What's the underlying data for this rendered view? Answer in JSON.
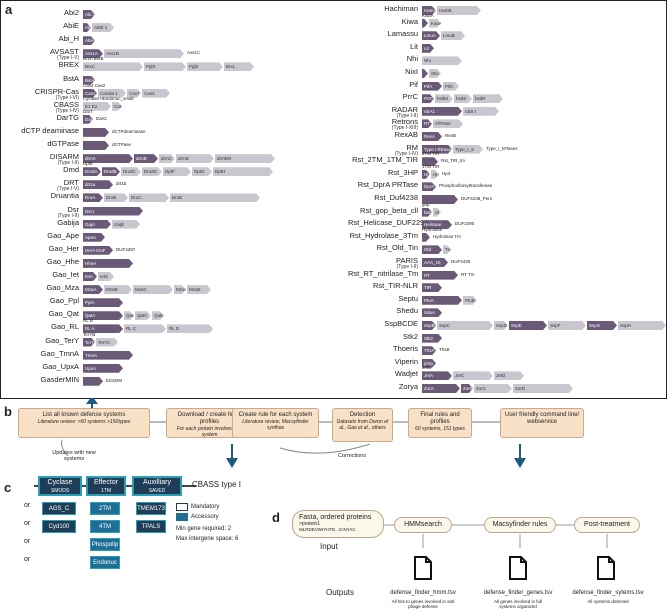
{
  "labels": {
    "a": "a",
    "b": "b",
    "c": "c",
    "d": "d"
  },
  "left_systems": [
    {
      "name": "Abi2",
      "genes": [
        {
          "t": "Abi 2",
          "w": 12,
          "c": "d"
        }
      ]
    },
    {
      "name": "AbiE",
      "name_sub": "",
      "genes": [
        {
          "t": "AbiE",
          "w": 8,
          "c": "d"
        },
        {
          "t": "AbiE 1",
          "w": 22,
          "c": "l"
        }
      ]
    },
    {
      "name": "Abi_H",
      "genes": [
        {
          "t": "AbiH",
          "w": 12,
          "c": "d"
        }
      ]
    },
    {
      "name": "AVSAST",
      "name_sub": "(Type I-V)",
      "genes": [
        {
          "t": "Avs1A",
          "w": 20,
          "c": "d"
        },
        {
          "t": "Avs1B",
          "w": 80,
          "c": "l"
        }
      ],
      "after": "Avs1C"
    },
    {
      "name": "BREX",
      "genes": [
        {
          "t": "BrxC",
          "w": 60,
          "c": "l"
        },
        {
          "t": "PglX",
          "w": 42,
          "c": "l"
        },
        {
          "t": "PglZ",
          "w": 36,
          "c": "l"
        },
        {
          "t": "BrxL",
          "w": 30,
          "c": "l"
        }
      ],
      "above": "BrxA BrxB"
    },
    {
      "name": "BstA",
      "genes": [
        {
          "t": "BstA",
          "w": 12,
          "c": "d"
        }
      ]
    },
    {
      "name": "CRISPR-Cas",
      "name_sub": "(Type I-VI)",
      "genes": [
        {
          "t": "Cas1",
          "w": 14,
          "c": "d"
        },
        {
          "t": "Casdia 1",
          "w": 28,
          "c": "l"
        },
        {
          "t": "Cas7",
          "w": 14,
          "c": "l"
        },
        {
          "t": "Cas3",
          "w": 28,
          "c": "l"
        }
      ],
      "above": "Cas4 Cas2"
    },
    {
      "name": "CBASS",
      "name_sub": "(Type I-IV)",
      "genes": [
        {
          "t": "E1 E2",
          "w": 28,
          "c": "l"
        },
        {
          "t": "Cap",
          "w": 10,
          "c": "l"
        }
      ],
      "above": "Cyclase IIEndonuc_small"
    },
    {
      "name": "DarTG",
      "genes": [
        {
          "t": "DarG",
          "w": 10,
          "c": "d"
        }
      ],
      "above": "DarT",
      "after": "DarG"
    },
    {
      "name": "dCTP deaminase",
      "genes": [
        {
          "t": "",
          "w": 26,
          "c": "d"
        }
      ],
      "after": "dCTPdeaminase"
    },
    {
      "name": "dGTPase",
      "genes": [
        {
          "t": "",
          "w": 26,
          "c": "d"
        }
      ],
      "after": "dGTPase"
    },
    {
      "name": "DISARM",
      "name_sub": "(Type I-II)",
      "genes": [
        {
          "t": "drmA",
          "w": 50,
          "c": "d"
        },
        {
          "t": "drmB",
          "w": 24,
          "c": "d"
        },
        {
          "t": "drmC",
          "w": 16,
          "c": "l"
        },
        {
          "t": "drmD",
          "w": 38,
          "c": "l"
        },
        {
          "t": "drmMII",
          "w": 60,
          "c": "l"
        }
      ]
    },
    {
      "name": "Dmd",
      "genes": [
        {
          "t": "DmdA",
          "w": 18,
          "c": "d"
        },
        {
          "t": "DmdB",
          "w": 18,
          "c": "d"
        },
        {
          "t": "DmdC",
          "w": 20,
          "c": "l"
        },
        {
          "t": "DmdD",
          "w": 20,
          "c": "l"
        },
        {
          "t": "DptF",
          "w": 28,
          "c": "l"
        },
        {
          "t": "DptG",
          "w": 20,
          "c": "l"
        },
        {
          "t": "DptH",
          "w": 60,
          "c": "l"
        }
      ],
      "above": "DptE"
    },
    {
      "name": "DRT",
      "name_sub": "(Type I-V)",
      "genes": [
        {
          "t": "drt1a",
          "w": 30,
          "c": "d"
        }
      ],
      "after": "drt1b"
    },
    {
      "name": "Druantia",
      "genes": [
        {
          "t": "DruA",
          "w": 20,
          "c": "d"
        },
        {
          "t": "DruB",
          "w": 24,
          "c": "l"
        },
        {
          "t": "DruC",
          "w": 40,
          "c": "l"
        },
        {
          "t": "DruE",
          "w": 90,
          "c": "l"
        }
      ]
    },
    {
      "name": "Dsr",
      "name_sub": "(Type I-II)",
      "genes": [
        {
          "t": "Dsr1",
          "w": 60,
          "c": "d"
        }
      ]
    },
    {
      "name": "Gabija",
      "genes": [
        {
          "t": "GajA",
          "w": 28,
          "c": "d"
        },
        {
          "t": "GajB",
          "w": 28,
          "c": "l"
        }
      ]
    },
    {
      "name": "Gao_Ape",
      "genes": [
        {
          "t": "ApeA",
          "w": 22,
          "c": "d"
        }
      ]
    },
    {
      "name": "Gao_Her",
      "genes": [
        {
          "t": "HerA DUF",
          "w": 30,
          "c": "d"
        }
      ],
      "after": "DUF4297"
    },
    {
      "name": "Gao_Hhe",
      "genes": [
        {
          "t": "HheA",
          "w": 50,
          "c": "d"
        }
      ]
    },
    {
      "name": "Gao_Iet",
      "genes": [
        {
          "t": "IetA",
          "w": 14,
          "c": "d"
        },
        {
          "t": "IetS",
          "w": 16,
          "c": "l"
        }
      ]
    },
    {
      "name": "Gao_Mza",
      "genes": [
        {
          "t": "MzaA",
          "w": 20,
          "c": "d"
        },
        {
          "t": "MzaB",
          "w": 28,
          "c": "l"
        },
        {
          "t": "MzaC",
          "w": 40,
          "c": "l"
        },
        {
          "t": "MzaD",
          "w": 12,
          "c": "l"
        },
        {
          "t": "MzaE",
          "w": 24,
          "c": "l"
        }
      ]
    },
    {
      "name": "Gao_Ppl",
      "genes": [
        {
          "t": "PplA",
          "w": 40,
          "c": "d"
        }
      ]
    },
    {
      "name": "Gao_Qat",
      "genes": [
        {
          "t": "QatA",
          "w": 40,
          "c": "d"
        },
        {
          "t": "QatB",
          "w": 10,
          "c": "l"
        },
        {
          "t": "QatC",
          "w": 16,
          "c": "l"
        },
        {
          "t": "QatD",
          "w": 12,
          "c": "l"
        }
      ]
    },
    {
      "name": "Gao_RL",
      "genes": [
        {
          "t": "RL A",
          "w": 40,
          "c": "d"
        },
        {
          "t": "RL C",
          "w": 42,
          "c": "l"
        },
        {
          "t": "RL D",
          "w": 46,
          "c": "l"
        }
      ],
      "above": "RL B"
    },
    {
      "name": "Gao_TerY",
      "genes": [
        {
          "t": "TerYA",
          "w": 12,
          "c": "d"
        },
        {
          "t": "TerYC",
          "w": 22,
          "c": "l"
        }
      ],
      "above": "TerYB"
    },
    {
      "name": "Gao_TmnA",
      "genes": [
        {
          "t": "TmnA",
          "w": 50,
          "c": "d"
        }
      ]
    },
    {
      "name": "Gao_UpxA",
      "genes": [
        {
          "t": "UpxA",
          "w": 40,
          "c": "d"
        }
      ]
    },
    {
      "name": "GasderMIN",
      "genes": [
        {
          "t": "",
          "w": 20,
          "c": "d"
        }
      ],
      "after": "bGSDM"
    }
  ],
  "right_systems": [
    {
      "name": "Hachiman",
      "genes": [
        {
          "t": "HamA",
          "w": 14,
          "c": "d"
        },
        {
          "t": "HamB",
          "w": 44,
          "c": "l"
        }
      ]
    },
    {
      "name": "Kiwa",
      "genes": [
        {
          "t": "",
          "w": 6,
          "c": "d"
        },
        {
          "t": "KwaB",
          "w": 12,
          "c": "l"
        }
      ],
      "above": "KwaA"
    },
    {
      "name": "Lamassu",
      "genes": [
        {
          "t": "LmuA",
          "w": 18,
          "c": "d"
        },
        {
          "t": "LmuB",
          "w": 24,
          "c": "l"
        }
      ]
    },
    {
      "name": "Lit",
      "genes": [
        {
          "t": "Lit",
          "w": 12,
          "c": "d"
        }
      ]
    },
    {
      "name": "Nhi",
      "genes": [
        {
          "t": "Nhi",
          "w": 40,
          "c": "l"
        }
      ]
    },
    {
      "name": "NixI",
      "genes": [
        {
          "t": "",
          "w": 6,
          "c": "d"
        },
        {
          "t": "StIx",
          "w": 12,
          "c": "l"
        }
      ]
    },
    {
      "name": "Pif",
      "genes": [
        {
          "t": "PifA",
          "w": 20,
          "c": "d"
        },
        {
          "t": "PifC",
          "w": 16,
          "c": "l"
        }
      ]
    },
    {
      "name": "PrrC",
      "genes": [
        {
          "t": "PrrC",
          "w": 12,
          "c": "d"
        },
        {
          "t": "hsdM",
          "w": 18,
          "c": "l"
        },
        {
          "t": "hsdS",
          "w": 18,
          "c": "l"
        },
        {
          "t": "hsdR",
          "w": 30,
          "c": "l"
        }
      ]
    },
    {
      "name": "RADAR",
      "name_sub": "(Type I-II)",
      "genes": [
        {
          "t": "rdrA1",
          "w": 40,
          "c": "d"
        },
        {
          "t": "rdrB I",
          "w": 36,
          "c": "l"
        }
      ]
    },
    {
      "name": "Retrons",
      "name_sub": "(Type I-XIII)",
      "genes": [
        {
          "t": "RT",
          "w": 10,
          "c": "d"
        },
        {
          "t": "ATPase",
          "w": 30,
          "c": "l"
        }
      ]
    },
    {
      "name": "RexAB",
      "genes": [
        {
          "t": "RexA",
          "w": 20,
          "c": "d"
        }
      ],
      "after": "RexB"
    },
    {
      "name": "RM",
      "name_sub": "(Type I-IV)",
      "genes": [
        {
          "t": "Type I REases",
          "w": 30,
          "c": "d"
        },
        {
          "t": "Type_I_S",
          "w": 30,
          "c": "l"
        }
      ],
      "after": "Type_I_MTases"
    },
    {
      "name": "Rst_2TM_1TM_TIR",
      "genes": [
        {
          "t": "",
          "w": 16,
          "c": "d"
        }
      ],
      "above": "2TM TIR",
      "after": "Rst_TIR_tm"
    },
    {
      "name": "Rst_3HP",
      "genes": [
        {
          "t": "Hp1",
          "w": 8,
          "c": "d"
        },
        {
          "t": "Hp2",
          "w": 8,
          "c": "l"
        }
      ],
      "above": "1TM TIR",
      "after": "Hp3"
    },
    {
      "name": "Rst_DprA PRTase",
      "genes": [
        {
          "t": "DprA",
          "w": 14,
          "c": "d"
        }
      ],
      "after": "Phosphoribosyltransferase"
    },
    {
      "name": "Rst_Duf4238",
      "genes": [
        {
          "t": "",
          "w": 36,
          "c": "d"
        }
      ],
      "after": "DUF4238_Pers"
    },
    {
      "name": "Rst_gop_beta_cll",
      "genes": [
        {
          "t": "beta",
          "w": 10,
          "c": "d"
        },
        {
          "t": "cll",
          "w": 8,
          "c": "l"
        }
      ],
      "above": "gop"
    },
    {
      "name": "Rst_Helicase_DUF2290",
      "genes": [
        {
          "t": "Helicase",
          "w": 30,
          "c": "d"
        }
      ],
      "after": "DUF2290"
    },
    {
      "name": "Rst_Hydrolase_3Tm",
      "genes": [
        {
          "t": "",
          "w": 8,
          "c": "d"
        }
      ],
      "above": "Hydrolase",
      "after": "Hydrolase Tm"
    },
    {
      "name": "Rst_Old_Tin",
      "genes": [
        {
          "t": "Old",
          "w": 20,
          "c": "d"
        },
        {
          "t": "Tin",
          "w": 8,
          "c": "l"
        }
      ]
    },
    {
      "name": "PARIS",
      "name_sub": "(Type I-II)",
      "genes": [
        {
          "t": "AAA_15",
          "w": 26,
          "c": "d"
        }
      ],
      "after": "DUF4435"
    },
    {
      "name": "Rst_RT_nitrilase_Tm",
      "genes": [
        {
          "t": "RT",
          "w": 36,
          "c": "d"
        }
      ],
      "after": "RT Tm"
    },
    {
      "name": "Rst_TIR-NLR",
      "genes": [
        {
          "t": "TIR",
          "w": 20,
          "c": "d"
        }
      ]
    },
    {
      "name": "Septu",
      "genes": [
        {
          "t": "PtuA",
          "w": 40,
          "c": "d"
        },
        {
          "t": "PtuB",
          "w": 14,
          "c": "l"
        }
      ]
    },
    {
      "name": "Shedu",
      "genes": [
        {
          "t": "SduA",
          "w": 20,
          "c": "d"
        }
      ]
    },
    {
      "name": "SspBCDE",
      "genes": [
        {
          "t": "SspB",
          "w": 14,
          "c": "d"
        },
        {
          "t": "SspC",
          "w": 56,
          "c": "l"
        },
        {
          "t": "SspD",
          "w": 14,
          "c": "l"
        },
        {
          "t": "SspE",
          "w": 38,
          "c": "d"
        },
        {
          "t": "SspF",
          "w": 38,
          "c": "l"
        },
        {
          "t": "SspG",
          "w": 30,
          "c": "d"
        },
        {
          "t": "SspH",
          "w": 48,
          "c": "l"
        }
      ]
    },
    {
      "name": "Stk2",
      "genes": [
        {
          "t": "Stk2",
          "w": 20,
          "c": "d"
        }
      ]
    },
    {
      "name": "Thoeris",
      "genes": [
        {
          "t": "ThsA",
          "w": 14,
          "c": "d"
        }
      ],
      "after": "ThsB"
    },
    {
      "name": "Viperin",
      "genes": [
        {
          "t": "pVip",
          "w": 14,
          "c": "d"
        }
      ]
    },
    {
      "name": "Wadjet",
      "genes": [
        {
          "t": "JetA",
          "w": 30,
          "c": "d"
        },
        {
          "t": "JetC",
          "w": 40,
          "c": "l"
        },
        {
          "t": "JetD",
          "w": 30,
          "c": "l"
        }
      ],
      "above": "JetB"
    },
    {
      "name": "Zorya",
      "genes": [
        {
          "t": "ZorA",
          "w": 38,
          "c": "d"
        },
        {
          "t": "ZorB",
          "w": 12,
          "c": "d"
        },
        {
          "t": "ZorC",
          "w": 38,
          "c": "l"
        },
        {
          "t": "ZorD",
          "w": 60,
          "c": "l"
        }
      ]
    }
  ],
  "panel_b": {
    "steps": [
      {
        "title": "List all known defense systems",
        "sub": "Literature review: >60 systems >150types"
      },
      {
        "title": "Download / create hmm profiles",
        "sub": "For each protein involved in a system"
      },
      {
        "title": "Create rule for each system",
        "sub": "Literature review, Macsyfinder synthax"
      },
      {
        "title": "Detection",
        "sub": "Datasets from Doron et al., Gao et al., others"
      },
      {
        "title": "Final rules and profiles",
        "sub": "60 systems, 151 types"
      },
      {
        "title": "User friendly command line/ webservice",
        "sub": ""
      }
    ],
    "updates": "Updates with new systems",
    "corrections": "Corrections"
  },
  "panel_c": {
    "headers": [
      {
        "title": "Cyclase",
        "sub": "SMODS"
      },
      {
        "title": "Effector",
        "sub": "1TM"
      },
      {
        "title": "Auxilliary",
        "sub": "SAVED"
      }
    ],
    "system": "CBASS type I",
    "or_label": "or",
    "cyclase_alts": [
      "AGS_C",
      "Cyd100"
    ],
    "effector_alts": [
      "2TM",
      "4TM",
      "Phospolip",
      "Endonuc"
    ],
    "aux_alts": [
      "TMEM173",
      "TPALS"
    ],
    "legend": {
      "mandatory": "Mandatory",
      "accessory": "Accessory",
      "min_gene": "Min gene required: 2",
      "max_space": "Max intergene space: 6"
    }
  },
  "panel_d": {
    "input_text": "Fasta, ordered proteins",
    "input_line2": ">protein1",
    "input_line3": "MLRDEVIWYHTE...ICNYAC",
    "input_label": "Input",
    "steps": [
      "HMMsearch",
      "Macsyfinder rules",
      "Post-treatment"
    ],
    "outputs_label": "Outputs",
    "files": [
      {
        "name": "defense_finder_hmm.tsv",
        "sub": "All hits to genes involved in anti phage defense"
      },
      {
        "name": "defense_finder_genes.tsv",
        "sub": "All genes involved in full systems organized"
      },
      {
        "name": "defense_finder_sytems.tsv",
        "sub": "All systems detected"
      }
    ]
  },
  "colors": {
    "dark_gene": "#6a5a78",
    "light_gene": "#c9c6cf",
    "panel_b_box": "#f8e1c6",
    "arrow_blue": "#1f5a80",
    "cbass_dark": "#1f3d56",
    "cbass_teal": "#2aa0b8"
  }
}
